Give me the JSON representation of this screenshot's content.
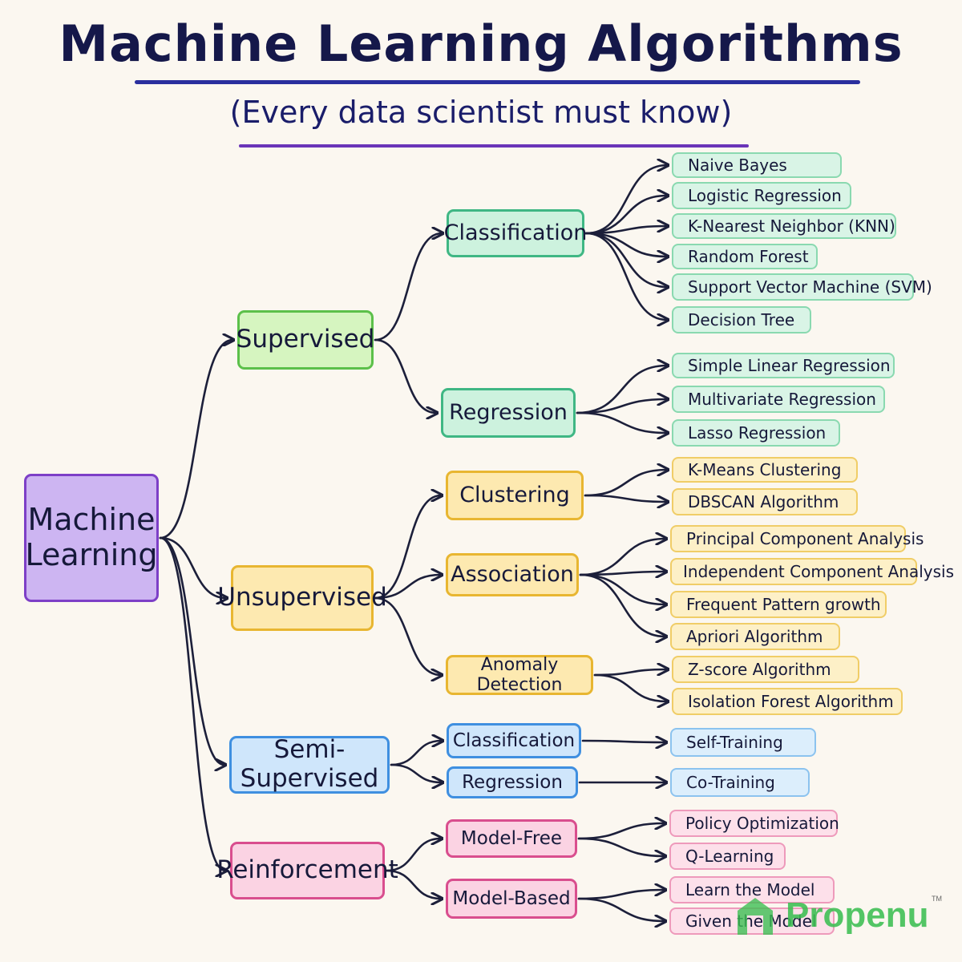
{
  "title": "Machine Learning Algorithms",
  "subtitle": "(Every data scientist must know)",
  "root": "Machine Learning",
  "categories": {
    "supervised": {
      "label": "Supervised",
      "classification": {
        "label": "Classification",
        "items": [
          "Naive Bayes",
          "Logistic Regression",
          "K-Nearest Neighbor (KNN)",
          "Random Forest",
          "Support Vector Machine (SVM)",
          "Decision Tree"
        ]
      },
      "regression": {
        "label": "Regression",
        "items": [
          "Simple Linear Regression",
          "Multivariate Regression",
          "Lasso Regression"
        ]
      }
    },
    "unsupervised": {
      "label": "Unsupervised",
      "clustering": {
        "label": "Clustering",
        "items": [
          "K-Means Clustering",
          "DBSCAN Algorithm"
        ]
      },
      "association": {
        "label": "Association",
        "items": [
          "Principal Component Analysis",
          "Independent Component Analysis",
          "Frequent Pattern growth",
          "Apriori Algorithm"
        ]
      },
      "anomaly": {
        "label": "Anomaly Detection",
        "items": [
          "Z-score Algorithm",
          "Isolation Forest Algorithm"
        ]
      }
    },
    "semi": {
      "label": "Semi-Supervised",
      "classification": {
        "label": "Classification",
        "items": [
          "Self-Training"
        ]
      },
      "regression": {
        "label": "Regression",
        "items": [
          "Co-Training"
        ]
      }
    },
    "reinforcement": {
      "label": "Reinforcement",
      "model_free": {
        "label": "Model-Free",
        "items": [
          "Policy Optimization",
          "Q-Learning"
        ]
      },
      "model_based": {
        "label": "Model-Based",
        "items": [
          "Learn the Model",
          "Given the Model"
        ]
      }
    }
  },
  "logo": {
    "text": "Propenu",
    "tm": "TM",
    "color": "#3cbf52"
  },
  "colors": {
    "line": "#1c1f3a",
    "root": "#7d3fc7",
    "supervised": "#5cc04a",
    "supervised_sub": "#3fb784",
    "unsupervised": "#e8b631",
    "semi": "#3f8fe0",
    "reinforcement": "#d94e8e"
  }
}
